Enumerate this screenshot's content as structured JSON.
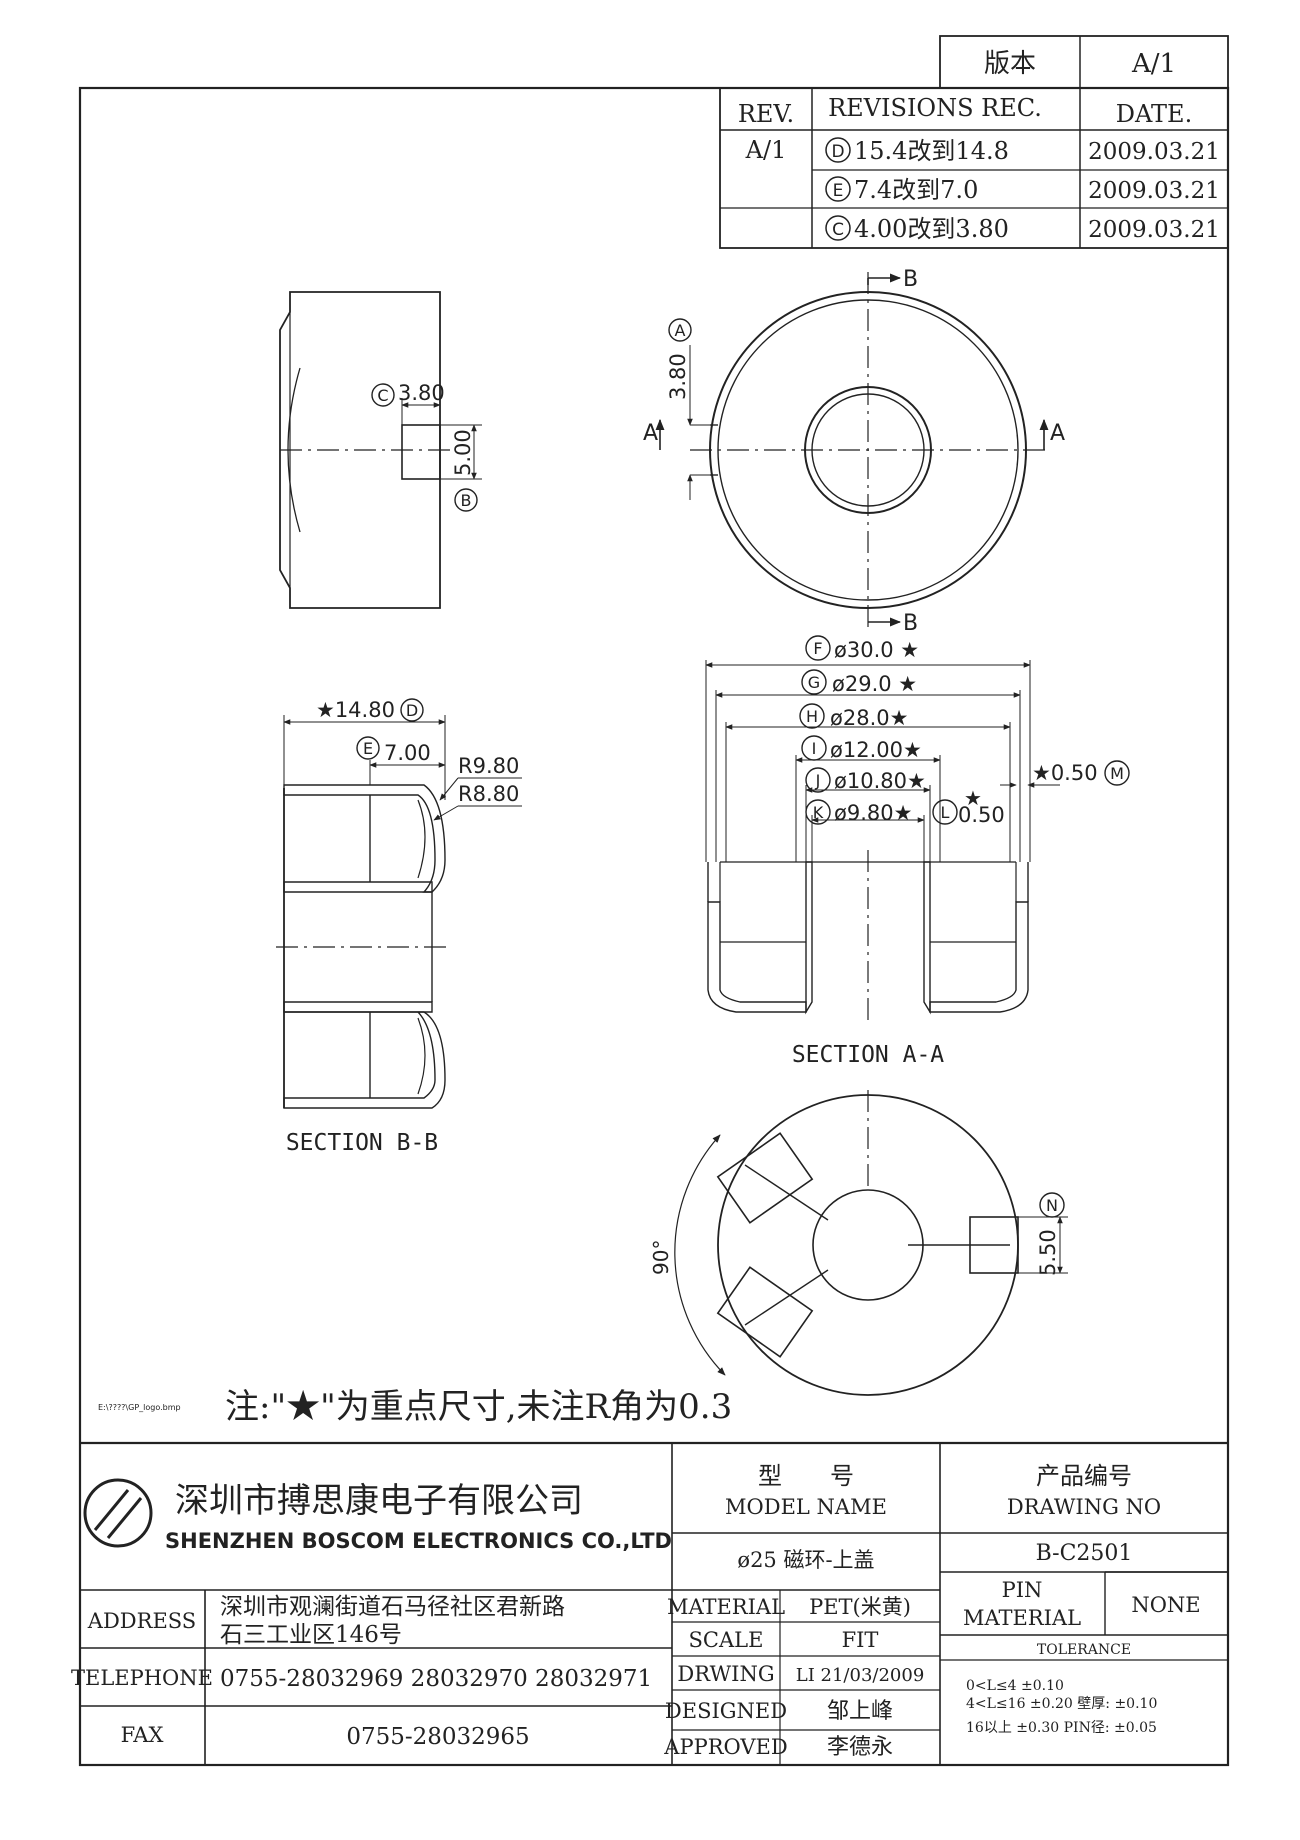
{
  "version_box": {
    "label": "版本",
    "value": "A/1"
  },
  "revision_table": {
    "headers": {
      "rev": "REV.",
      "records": "REVISIONS REC.",
      "date": "DATE."
    },
    "rev_value": "A/1",
    "rows": [
      {
        "mark": "D",
        "text": "15.4改到14.8",
        "date": "2009.03.21"
      },
      {
        "mark": "E",
        "text": "7.4改到7.0",
        "date": "2009.03.21"
      },
      {
        "mark": "C",
        "text": "4.00改到3.80",
        "date": "2009.03.21"
      }
    ]
  },
  "side_view": {
    "dim_c_mark": "C",
    "dim_c": "3.80",
    "dim_b_mark": "B",
    "dim_b": "5.00"
  },
  "top_view": {
    "section_mark": "B",
    "section_mark_ab": "A",
    "dim_a_mark": "A",
    "dim_a": "3.80"
  },
  "section_bb": {
    "title": "SECTION B-B",
    "dim_d_mark": "D",
    "dim_d": "★14.80",
    "dim_e_mark": "E",
    "dim_e": "7.00",
    "r1": "R9.80",
    "r2": "R8.80"
  },
  "section_aa": {
    "title": "SECTION A-A",
    "dims": [
      {
        "mark": "F",
        "text": "ø30.0 ★"
      },
      {
        "mark": "G",
        "text": "ø29.0 ★"
      },
      {
        "mark": "H",
        "text": "ø28.0★"
      },
      {
        "mark": "I",
        "text": "ø12.00★"
      },
      {
        "mark": "J",
        "text": "ø10.80★"
      },
      {
        "mark": "K",
        "text": "ø9.80★"
      }
    ],
    "dim_l_mark": "L",
    "dim_l": "0.50",
    "dim_m_mark": "M",
    "dim_m": "★0.50",
    "star": "★"
  },
  "bottom_view": {
    "angle": "90°",
    "dim_n_mark": "N",
    "dim_n": "5.50"
  },
  "logo_path": "E:\\????\\GP_logo.bmp",
  "note": "注:\"★\"为重点尺寸,未注R角为0.3",
  "title_block": {
    "company_cn": "深圳市搏思康电子有限公司",
    "company_en": "SHENZHEN BOSCOM ELECTRONICS CO.,LTD",
    "model_name_cn": "型　　号",
    "model_name_en": "MODEL NAME",
    "model_value": "ø25 磁环-上盖",
    "drawing_no_cn": "产品编号",
    "drawing_no_en": "DRAWING NO",
    "drawing_no_value": "B-C2501",
    "pin_material_label_1": "PIN",
    "pin_material_label_2": "MATERIAL",
    "pin_material_value": "NONE",
    "tolerance_label": "TOLERANCE",
    "tolerance_lines": [
      "0<L≤4  ±0.10",
      "4<L≤16 ±0.20  壁厚:  ±0.10",
      "16以上    ±0.30  PIN径: ±0.05"
    ],
    "address_label": "ADDRESS",
    "address_line1": "深圳市观澜街道石马径社区君新路",
    "address_line2": "石三工业区146号",
    "telephone_label": "TELEPHONE",
    "telephone_value": "0755-28032969 28032970 28032971",
    "fax_label": "FAX",
    "fax_value": "0755-28032965",
    "material_label": "MATERIAL",
    "material_value": "PET(米黄)",
    "scale_label": "SCALE",
    "scale_value": "FIT",
    "drwing_label": "DRWING",
    "drwing_value": "LI 21/03/2009",
    "designed_label": "DESIGNED",
    "designed_value": "邹上峰",
    "approved_label": "APPROVED",
    "approved_value": "李德永"
  }
}
